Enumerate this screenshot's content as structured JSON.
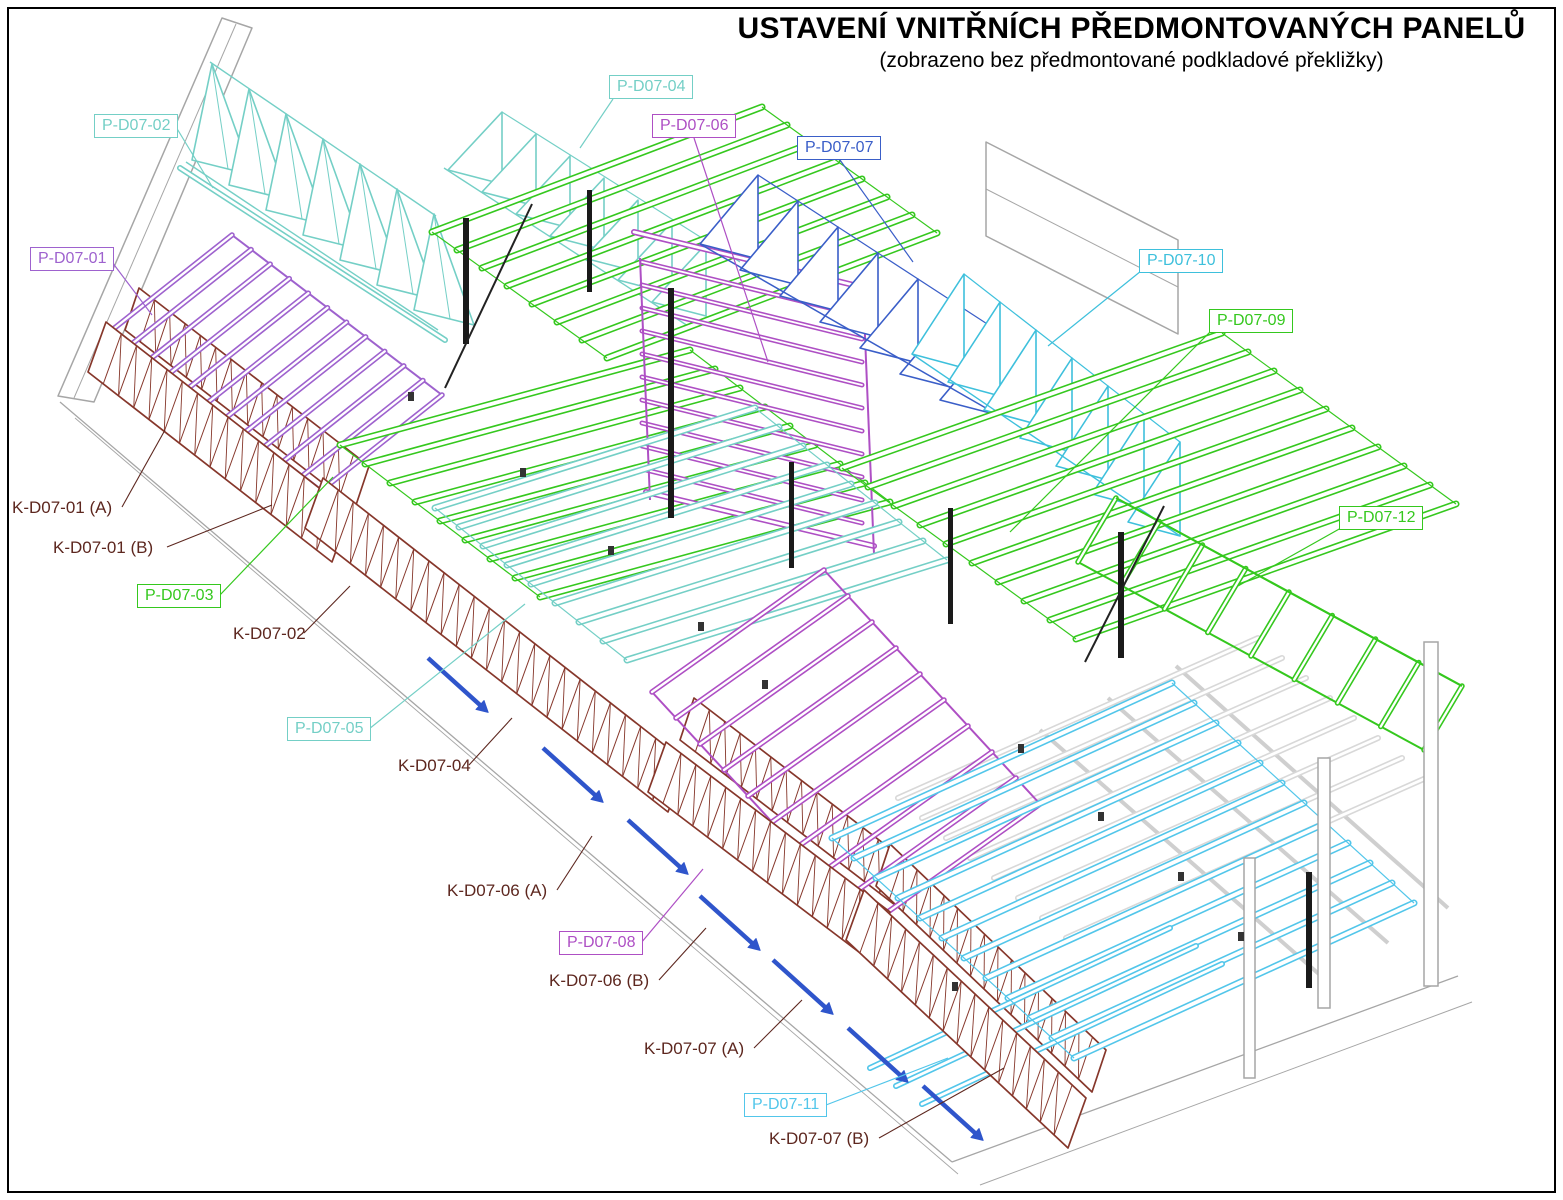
{
  "title": "USTAVENÍ VNITŘNÍCH PŘEDMONTOVANÝCH PANELŮ",
  "subtitle": "(zobrazeno bez předmontované podkladové překližky)",
  "colors": {
    "pale_turquoise": "#74CFC6",
    "bright_cyan": "#3EC0DC",
    "sky_blue": "#52C6EA",
    "green": "#35C81E",
    "purple": "#9E62CE",
    "magenta": "#AE4FC4",
    "blue": "#3A5EC8",
    "maroon": "#86372B",
    "dark_label": "#5D271F",
    "gray": "#A6A6A6",
    "arrow_blue": "#2F55CB",
    "black": "#000000"
  },
  "panel_labels": [
    {
      "id": "P-D07-01",
      "text": "P-D07-01",
      "color": "purple"
    },
    {
      "id": "P-D07-02",
      "text": "P-D07-02",
      "color": "pale_turquoise"
    },
    {
      "id": "P-D07-03",
      "text": "P-D07-03",
      "color": "green"
    },
    {
      "id": "P-D07-04",
      "text": "P-D07-04",
      "color": "pale_turquoise"
    },
    {
      "id": "P-D07-05",
      "text": "P-D07-05",
      "color": "pale_turquoise"
    },
    {
      "id": "P-D07-06",
      "text": "P-D07-06",
      "color": "magenta"
    },
    {
      "id": "P-D07-07",
      "text": "P-D07-07",
      "color": "blue"
    },
    {
      "id": "P-D07-08",
      "text": "P-D07-08",
      "color": "magenta"
    },
    {
      "id": "P-D07-09",
      "text": "P-D07-09",
      "color": "green"
    },
    {
      "id": "P-D07-10",
      "text": "P-D07-10",
      "color": "bright_cyan"
    },
    {
      "id": "P-D07-11",
      "text": "P-D07-11",
      "color": "sky_blue"
    },
    {
      "id": "P-D07-12",
      "text": "P-D07-12",
      "color": "green"
    }
  ],
  "component_labels": [
    {
      "id": "K-D07-01-A",
      "text": "K-D07-01 (A)"
    },
    {
      "id": "K-D07-01-B",
      "text": "K-D07-01 (B)"
    },
    {
      "id": "K-D07-02",
      "text": "K-D07-02"
    },
    {
      "id": "K-D07-04",
      "text": "K-D07-04"
    },
    {
      "id": "K-D07-06-A",
      "text": "K-D07-06 (A)"
    },
    {
      "id": "K-D07-06-B",
      "text": "K-D07-06 (B)"
    },
    {
      "id": "K-D07-07-A",
      "text": "K-D07-07 (A)"
    },
    {
      "id": "K-D07-07-B",
      "text": "K-D07-07 (B)"
    }
  ]
}
